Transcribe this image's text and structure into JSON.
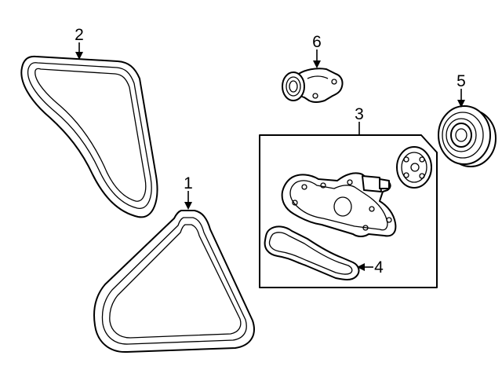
{
  "callouts": {
    "belt_1": "1",
    "belt_2": "2",
    "water_pump_assembly": "3",
    "gasket": "4",
    "pulley": "5",
    "thermostat_housing": "6"
  }
}
